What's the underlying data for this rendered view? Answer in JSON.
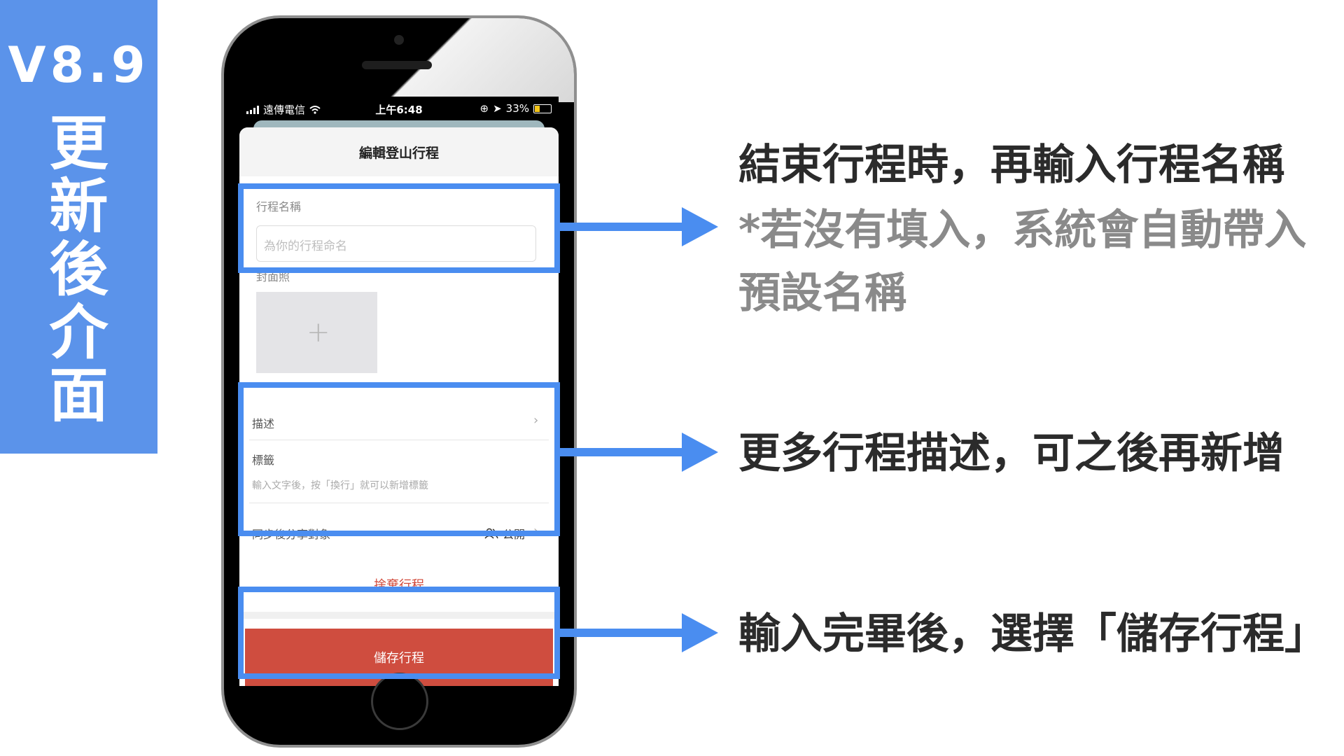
{
  "version_panel": {
    "version": "V8.9",
    "subtitle": "更新後介面"
  },
  "phone": {
    "status": {
      "carrier": "遠傳電信",
      "time": "上午6:48",
      "battery": "33%"
    },
    "sheet": {
      "title": "編輯登山行程",
      "trip_name_label": "行程名稱",
      "trip_name_placeholder": "為你的行程命名",
      "cover_label": "封面照",
      "description_label": "描述",
      "tags_label": "標籤",
      "tags_placeholder": "輸入文字後，按「換行」就可以新增標籤",
      "share_label": "同步後分享對象",
      "share_value": "公開",
      "discard_label": "捨棄行程",
      "save_label": "儲存行程"
    }
  },
  "annotations": [
    {
      "title": "結束行程時，再輸入行程名稱",
      "subtitle": "*若沒有填入，系統會自動帶入預設名稱"
    },
    {
      "title": "更多行程描述，可之後再新增"
    },
    {
      "title": "輸入完畢後，選擇「儲存行程」"
    }
  ],
  "colors": {
    "accent_blue": "#4a8df0",
    "panel_blue": "#5b93ea",
    "save_red": "#cf4d3f",
    "discard_red": "#d24a3b"
  }
}
